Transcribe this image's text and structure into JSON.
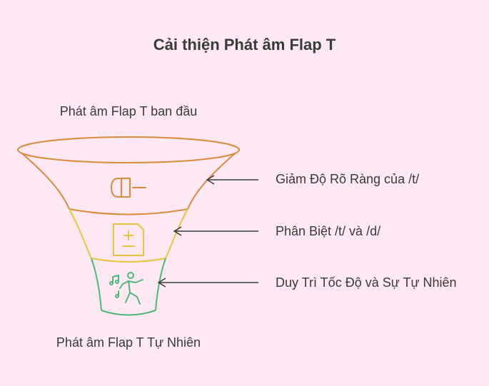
{
  "title": "Cải thiện Phát âm Flap T",
  "top_label": "Phát âm Flap T ban đầu",
  "bottom_label": "Phát âm Flap T Tự Nhiên",
  "stages": [
    {
      "label": "Giảm Độ Rõ Ràng của /t/",
      "icon": "volume-low-icon",
      "color": "#d98b3a"
    },
    {
      "label": "Phân Biệt /t/ và /d/",
      "icon": "plus-minus-document-icon",
      "color": "#e8c53a"
    },
    {
      "label": "Duy Trì Tốc Độ và Sự Tự Nhiên",
      "icon": "dancing-person-icon",
      "color": "#4db87a"
    }
  ]
}
